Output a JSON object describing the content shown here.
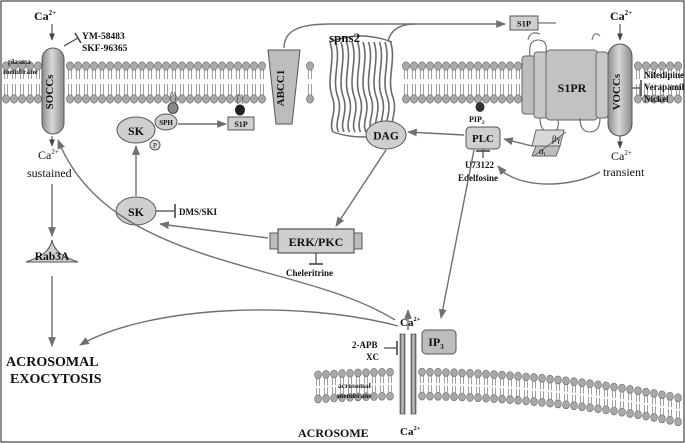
{
  "colors": {
    "frame": "#444444",
    "head_fill": "#a8a8a8",
    "node_fill": "#cfcfcf",
    "node_stroke": "#555555",
    "arrow": "#707070",
    "text": "#111111"
  },
  "labels": {
    "ca_top_left": "Ca",
    "ca_top_left_sup": "2+",
    "ca_top_right": "Ca",
    "ca_top_right_sup": "2+",
    "soccs": "SOCCs",
    "voccs": "VOCCs",
    "plasma_membrane_1": "plasma",
    "plasma_membrane_2": "membrane",
    "inhib_soccs_1": "YM-58483",
    "inhib_soccs_2": "SKF-96365",
    "inhib_voccs_1": "Nifedipine",
    "inhib_voccs_2": "Verapamil",
    "inhib_voccs_3": "Nickel",
    "abcc1": "ABCC1",
    "spns2": "spns2",
    "s1p_top": "S1P",
    "s1pr": "S1PR",
    "s1p_inner": "S1P",
    "sk_top": "SK",
    "sph": "SPH",
    "p": "P",
    "dag": "DAG",
    "pip2": "PIP",
    "pip2_sub": "2",
    "plc": "PLC",
    "alpha": "α",
    "alpha_sub": "i",
    "beta_gamma": "βγ",
    "inhib_plc_1": "U73122",
    "inhib_plc_2": "Edelfosine",
    "ca_sustained": "Ca",
    "ca_sustained_sup": "2+",
    "sustained": "sustained",
    "ca_transient": "Ca",
    "ca_transient_sup": "2+",
    "transient": "transient",
    "sk_mid": "SK",
    "inhib_sk": "DMS/SKI",
    "erk_pkc": "ERK/PKC",
    "inhib_erk": "Cheleritrine",
    "rab3a": "Rab3A",
    "exocytosis_1": "ACROSOMAL",
    "exocytosis_2": "EXOCYTOSIS",
    "ca_acro_top": "Ca",
    "ca_acro_top_sup": "2+",
    "ip3": "IP",
    "ip3_sub": "3",
    "inhib_ip3_1": "2-APB",
    "inhib_ip3_2": "XC",
    "acrosomal_membrane_1": "acrosomal",
    "acrosomal_membrane_2": "membrane",
    "acrosome": "ACROSOME",
    "ca_acro_bottom": "Ca",
    "ca_acro_bottom_sup": "2+"
  }
}
